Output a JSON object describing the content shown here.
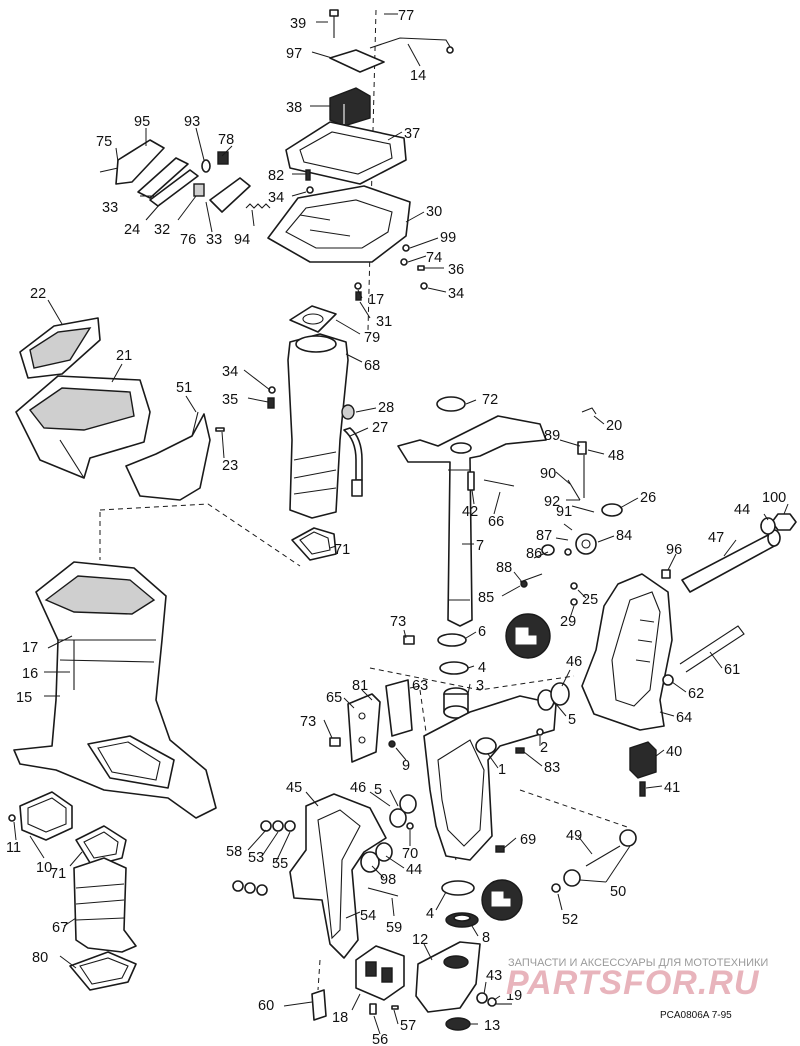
{
  "callouts": [
    {
      "id": "39",
      "text": "39"
    },
    {
      "id": "77",
      "text": "77"
    },
    {
      "id": "97",
      "text": "97"
    },
    {
      "id": "14",
      "text": "14"
    },
    {
      "id": "38",
      "text": "38"
    },
    {
      "id": "37",
      "text": "37"
    },
    {
      "id": "95",
      "text": "95"
    },
    {
      "id": "93",
      "text": "93"
    },
    {
      "id": "75",
      "text": "75"
    },
    {
      "id": "78",
      "text": "78"
    },
    {
      "id": "82",
      "text": "82"
    },
    {
      "id": "34a",
      "text": "34"
    },
    {
      "id": "33a",
      "text": "33"
    },
    {
      "id": "24",
      "text": "24"
    },
    {
      "id": "32",
      "text": "32"
    },
    {
      "id": "76",
      "text": "76"
    },
    {
      "id": "33b",
      "text": "33"
    },
    {
      "id": "94",
      "text": "94"
    },
    {
      "id": "30",
      "text": "30"
    },
    {
      "id": "99",
      "text": "99"
    },
    {
      "id": "74",
      "text": "74"
    },
    {
      "id": "36",
      "text": "36"
    },
    {
      "id": "34b",
      "text": "34"
    },
    {
      "id": "17a",
      "text": "17"
    },
    {
      "id": "22",
      "text": "22"
    },
    {
      "id": "31",
      "text": "31"
    },
    {
      "id": "79",
      "text": "79"
    },
    {
      "id": "21",
      "text": "21"
    },
    {
      "id": "68",
      "text": "68"
    },
    {
      "id": "34c",
      "text": "34"
    },
    {
      "id": "35",
      "text": "35"
    },
    {
      "id": "51",
      "text": "51"
    },
    {
      "id": "72",
      "text": "72"
    },
    {
      "id": "28",
      "text": "28"
    },
    {
      "id": "27",
      "text": "27"
    },
    {
      "id": "20",
      "text": "20"
    },
    {
      "id": "23",
      "text": "23"
    },
    {
      "id": "89",
      "text": "89"
    },
    {
      "id": "48",
      "text": "48"
    },
    {
      "id": "90",
      "text": "90"
    },
    {
      "id": "26",
      "text": "26"
    },
    {
      "id": "92",
      "text": "92"
    },
    {
      "id": "42",
      "text": "42"
    },
    {
      "id": "66",
      "text": "66"
    },
    {
      "id": "100",
      "text": "100"
    },
    {
      "id": "44a",
      "text": "44"
    },
    {
      "id": "91",
      "text": "91"
    },
    {
      "id": "87",
      "text": "87"
    },
    {
      "id": "84",
      "text": "84"
    },
    {
      "id": "47",
      "text": "47"
    },
    {
      "id": "71a",
      "text": "71"
    },
    {
      "id": "7",
      "text": "7"
    },
    {
      "id": "86",
      "text": "86"
    },
    {
      "id": "96",
      "text": "96"
    },
    {
      "id": "88",
      "text": "88"
    },
    {
      "id": "85",
      "text": "85"
    },
    {
      "id": "25",
      "text": "25"
    },
    {
      "id": "29",
      "text": "29"
    },
    {
      "id": "73a",
      "text": "73"
    },
    {
      "id": "6",
      "text": "6"
    },
    {
      "id": "17b",
      "text": "17"
    },
    {
      "id": "16",
      "text": "16"
    },
    {
      "id": "4a",
      "text": "4"
    },
    {
      "id": "46a",
      "text": "46"
    },
    {
      "id": "61",
      "text": "61"
    },
    {
      "id": "3",
      "text": "3"
    },
    {
      "id": "15",
      "text": "15"
    },
    {
      "id": "65",
      "text": "65"
    },
    {
      "id": "81",
      "text": "81"
    },
    {
      "id": "63",
      "text": "63"
    },
    {
      "id": "62",
      "text": "62"
    },
    {
      "id": "5a",
      "text": "5"
    },
    {
      "id": "64",
      "text": "64"
    },
    {
      "id": "73b",
      "text": "73"
    },
    {
      "id": "2",
      "text": "2"
    },
    {
      "id": "40",
      "text": "40"
    },
    {
      "id": "9",
      "text": "9"
    },
    {
      "id": "83",
      "text": "83"
    },
    {
      "id": "1",
      "text": "1"
    },
    {
      "id": "41",
      "text": "41"
    },
    {
      "id": "45",
      "text": "45"
    },
    {
      "id": "46b",
      "text": "46"
    },
    {
      "id": "5b",
      "text": "5"
    },
    {
      "id": "11",
      "text": "11"
    },
    {
      "id": "70",
      "text": "70"
    },
    {
      "id": "69",
      "text": "69"
    },
    {
      "id": "49",
      "text": "49"
    },
    {
      "id": "58",
      "text": "58"
    },
    {
      "id": "53",
      "text": "53"
    },
    {
      "id": "55",
      "text": "55"
    },
    {
      "id": "44b",
      "text": "44"
    },
    {
      "id": "10",
      "text": "10"
    },
    {
      "id": "71b",
      "text": "71"
    },
    {
      "id": "98",
      "text": "98"
    },
    {
      "id": "50",
      "text": "50"
    },
    {
      "id": "4b",
      "text": "4"
    },
    {
      "id": "54",
      "text": "54"
    },
    {
      "id": "52",
      "text": "52"
    },
    {
      "id": "67",
      "text": "67"
    },
    {
      "id": "59",
      "text": "59"
    },
    {
      "id": "8",
      "text": "8"
    },
    {
      "id": "80",
      "text": "80"
    },
    {
      "id": "12",
      "text": "12"
    },
    {
      "id": "43",
      "text": "43"
    },
    {
      "id": "19",
      "text": "19"
    },
    {
      "id": "60",
      "text": "60"
    },
    {
      "id": "18",
      "text": "18"
    },
    {
      "id": "13",
      "text": "13"
    },
    {
      "id": "57",
      "text": "57"
    },
    {
      "id": "56",
      "text": "56"
    }
  ],
  "drawing_code": "PCA0806A  7-95",
  "watermark": {
    "tagline": "ЗАПЧАСТИ И АКСЕССУАРЫ ДЛЯ МОТОТЕХНИКИ",
    "brand": "PARTSFOR.RU"
  }
}
